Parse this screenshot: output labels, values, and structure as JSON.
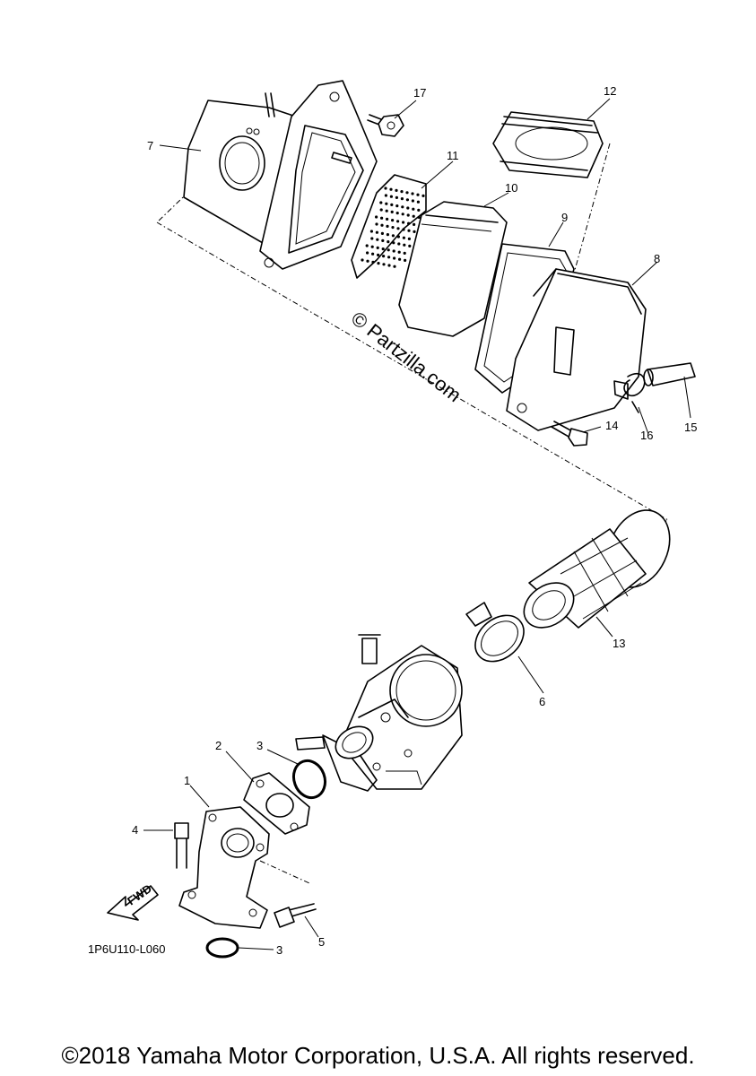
{
  "diagram": {
    "callouts": [
      "1",
      "2",
      "3",
      "4",
      "5",
      "6",
      "7",
      "8",
      "9",
      "10",
      "11",
      "12",
      "13",
      "14",
      "15",
      "16",
      "17"
    ],
    "repeat_callout": "3",
    "fwd_label": "FWD",
    "drawing_code": "1P6U110-L060",
    "watermark": "© Partzilla.com"
  },
  "footer": {
    "copyright": "©2018 Yamaha Motor Corporation, U.S.A. All rights reserved."
  }
}
